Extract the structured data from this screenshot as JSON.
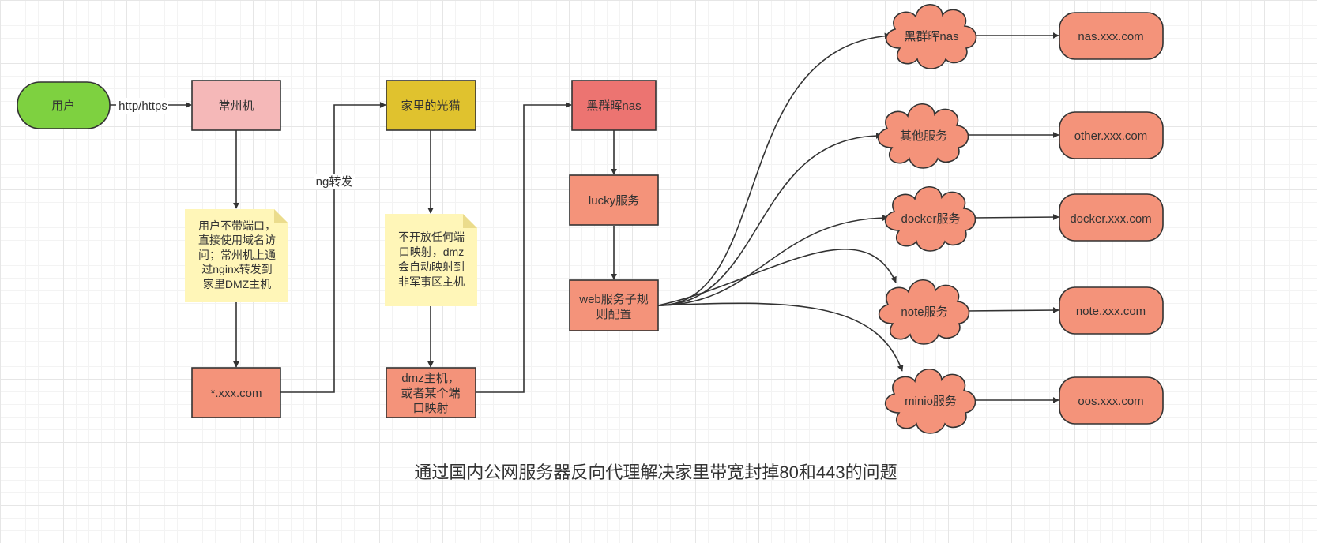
{
  "colors": {
    "user": "#7ed140",
    "changzhou": "#f5b8b8",
    "modem": "#e0c22e",
    "nas_main": "#ec7471",
    "service": "#f4937a",
    "note": "#fff6b8",
    "note_fold": "#ebdc8c",
    "stroke": "#333333"
  },
  "nodes": {
    "user": "用户",
    "changzhou": "常州机",
    "domain_wildcard": "*.xxx.com",
    "modem": "家里的光猫",
    "dmz": [
      "dmz主机，",
      "或者某个端",
      "口映射"
    ],
    "nas_main": "黑群晖nas",
    "lucky": "lucky服务",
    "web_rules": [
      "web服务子规",
      "则配置"
    ]
  },
  "notes": {
    "changzhou_note": [
      "用户不带端口，",
      "直接使用域名访",
      "问；常州机上通",
      "过nginx转发到",
      "家里DMZ主机"
    ],
    "modem_note": [
      "不开放任何端",
      "口映射，dmz",
      "会自动映射到",
      "非军事区主机"
    ]
  },
  "edge_labels": {
    "protocol": "http/https",
    "forward": "ng转发"
  },
  "services": [
    {
      "name": "黑群晖nas",
      "domain": "nas.xxx.com"
    },
    {
      "name": "其他服务",
      "domain": "other.xxx.com"
    },
    {
      "name": "docker服务",
      "domain": "docker.xxx.com"
    },
    {
      "name": "note服务",
      "domain": "note.xxx.com"
    },
    {
      "name": "minio服务",
      "domain": "oos.xxx.com"
    }
  ],
  "caption": "通过国内公网服务器反向代理解决家里带宽封掉80和443的问题"
}
